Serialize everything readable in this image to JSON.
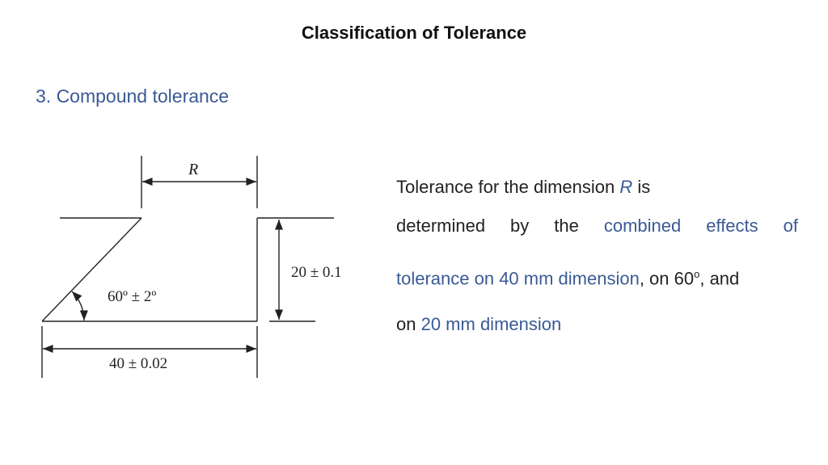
{
  "title": "Classification of Tolerance",
  "subtitle": "3.  Compound tolerance",
  "figure": {
    "label_R": "R",
    "label_vertical": "20  ± 0.1",
    "label_angle": "60º ± 2º",
    "label_bottom": "40 ± 0.02"
  },
  "description": {
    "line1_pre": "Tolerance for the dimension ",
    "line1_var": "R",
    "line1_post": " is",
    "line2_pre": "determined by the ",
    "line2_hl": "combined effects of",
    "line3_hl": "tolerance on 40 mm dimension",
    "line3_mid": ", on 60",
    "line3_sup": "o",
    "line3_post": ", and",
    "line4_pre": "on ",
    "line4_hl": "20 mm dimension"
  },
  "colors": {
    "accent": "#3a5a95",
    "text": "#222222"
  }
}
